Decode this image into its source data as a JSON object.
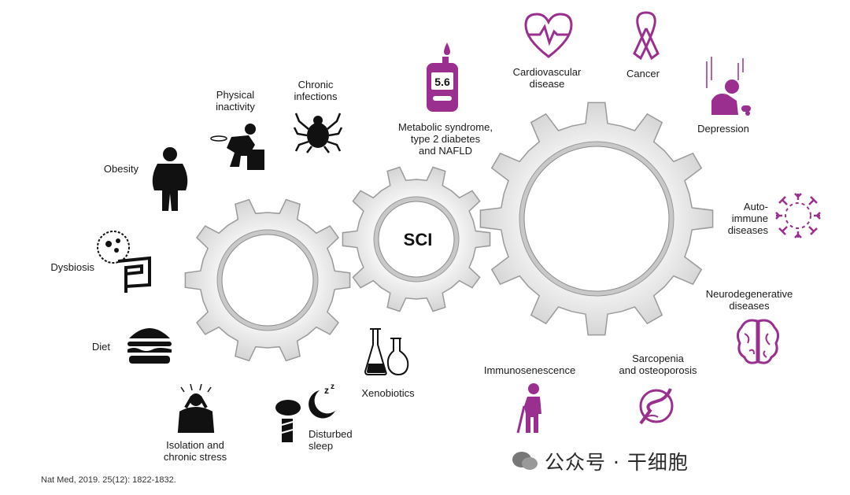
{
  "center_label": "SCI",
  "left_factors": {
    "obesity": "Obesity",
    "physical_inactivity": [
      "Physical",
      "inactivity"
    ],
    "chronic_infections": [
      "Chronic",
      "infections"
    ],
    "dysbiosis": "Dysbiosis",
    "diet": "Diet",
    "isolation_stress": [
      "Isolation and",
      "chronic stress"
    ],
    "disturbed_sleep": [
      "Disturbed",
      "sleep"
    ],
    "xenobiotics": "Xenobiotics"
  },
  "right_outcomes": {
    "metabolic": [
      "Metabolic syndrome,",
      "type 2 diabetes",
      "and NAFLD"
    ],
    "glucometer_reading": "5.6",
    "cardiovascular": [
      "Cardiovascular",
      "disease"
    ],
    "cancer": "Cancer",
    "depression": "Depression",
    "autoimmune": [
      "Auto-",
      "immune",
      "diseases"
    ],
    "neurodegenerative": [
      "Neurodegenerative",
      "diseases"
    ],
    "sarcopenia": [
      "Sarcopenia",
      "and osteoporosis"
    ],
    "immunosenescence": "Immunosenescence"
  },
  "citation": "Nat Med, 2019. 25(12): 1822-1832.",
  "watermark": "公众号 · 干细胞",
  "colors": {
    "accent": "#9b2f8f",
    "gear_fill": "#e6e6e6",
    "gear_stroke": "#9a9a9a",
    "icon_dark": "#111111"
  }
}
